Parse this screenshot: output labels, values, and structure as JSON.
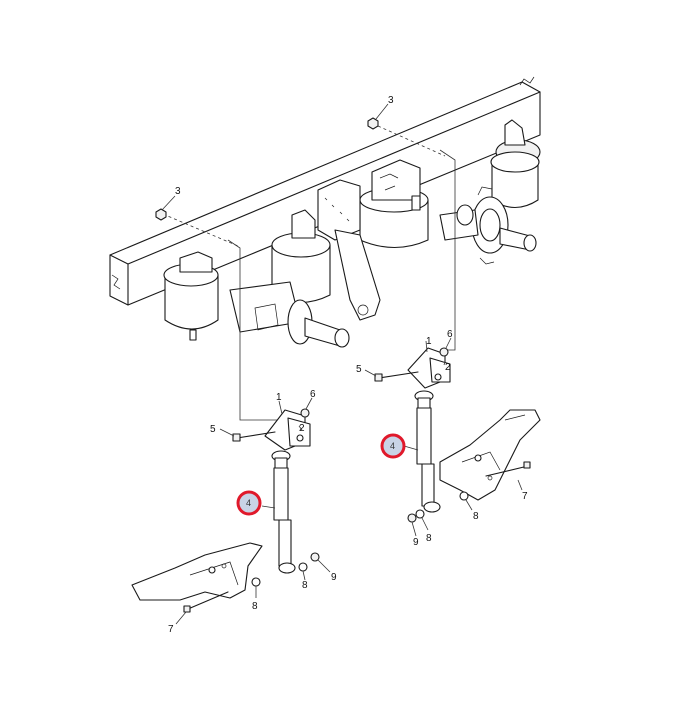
{
  "callouts": {
    "fastener_3": "3",
    "bracket_1": "1",
    "bolt_5": "5",
    "nut_6": "6",
    "spacer_2": "2",
    "shock_absorber_4": "4",
    "bolt_7": "7",
    "washer_8": "8",
    "nut_9": "9"
  },
  "colors": {
    "highlight_ring": "#e0192b",
    "highlight_fill": "#c9d3e6",
    "line": "#1a1a1a"
  }
}
